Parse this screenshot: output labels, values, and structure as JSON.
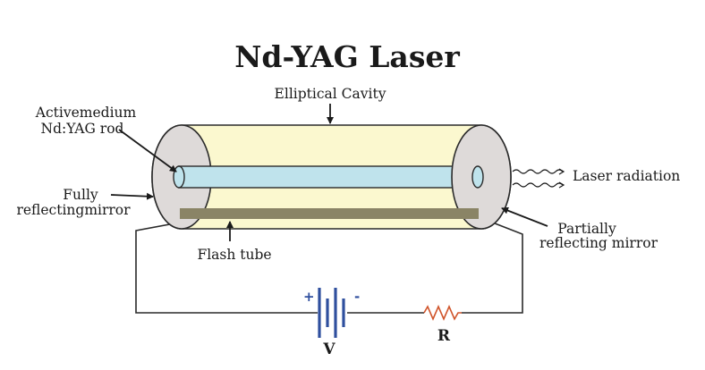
{
  "title": "Nd-YAG  Laser",
  "labels": {
    "elliptical_cavity": "Elliptical Cavity",
    "active_medium_line1": "Activemedium",
    "active_medium_line2": "Nd:YAG rod",
    "fully_line1": "Fully",
    "fully_line2": "reflectingmirror",
    "laser_radiation": "Laser radiation",
    "partially_line1": "Partially",
    "partially_line2": "reflecting mirror",
    "flash_tube": "Flash tube"
  },
  "circuit": {
    "battery_symbol": "V",
    "resistor_symbol": "R",
    "plus_sign": "+",
    "minus_sign": "-"
  },
  "colors": {
    "cavity_fill": "#fbf8cf",
    "mirror_fill": "#dedad9",
    "rod_fill": "#bfe3ec",
    "flash_tube_fill": "#8a8466",
    "battery": "#2f4f9e",
    "resistor": "#d0542a",
    "outline": "#2a2a2a"
  }
}
